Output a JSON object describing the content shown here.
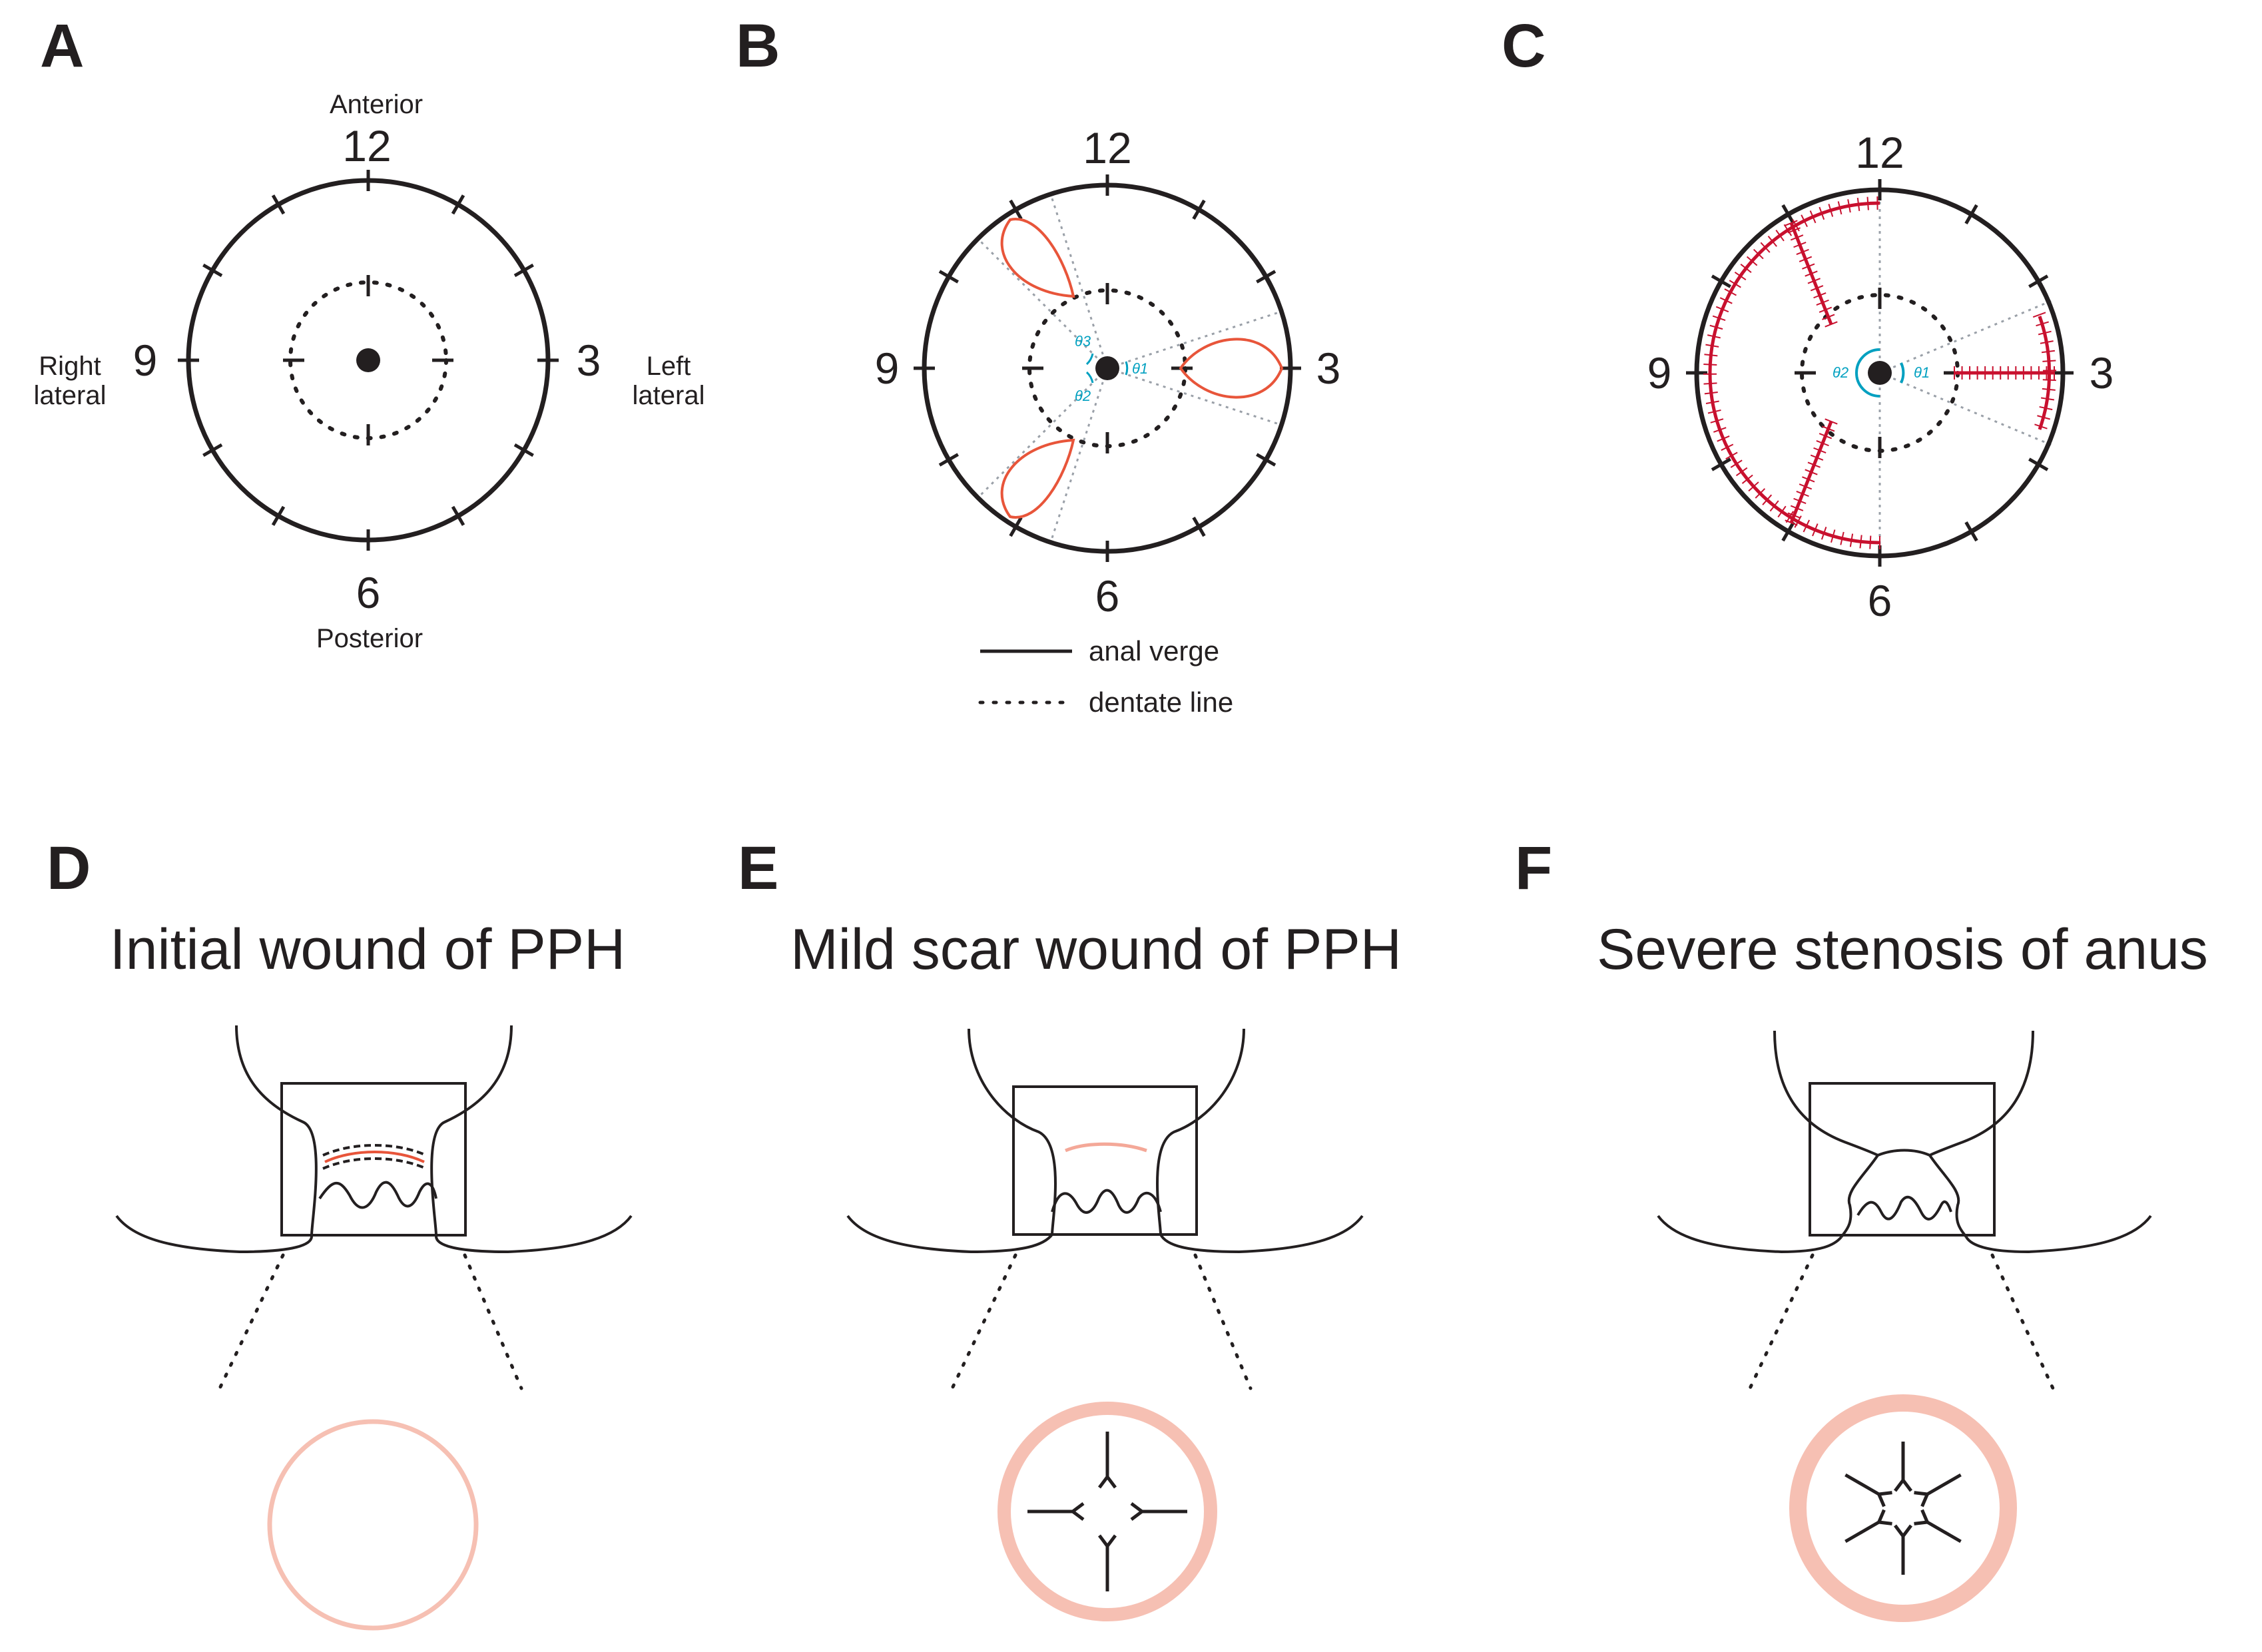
{
  "panels": {
    "A": {
      "letter": "A",
      "top": "12",
      "right": "3",
      "bottom": "6",
      "left": "9",
      "anterior": "Anterior",
      "posterior": "Posterior",
      "right_lateral_1": "Right",
      "right_lateral_2": "lateral",
      "left_lateral_1": "Left",
      "left_lateral_2": "lateral"
    },
    "B": {
      "letter": "B",
      "top": "12",
      "right": "3",
      "bottom": "6",
      "left": "9",
      "theta1": "θ1",
      "theta2": "θ2",
      "theta3": "θ3"
    },
    "C": {
      "letter": "C",
      "top": "12",
      "right": "3",
      "bottom": "6",
      "left": "9",
      "theta1": "θ1",
      "theta2": "θ2"
    },
    "D": {
      "letter": "D",
      "title": "Initial wound of PPH"
    },
    "E": {
      "letter": "E",
      "title": "Mild scar wound of PPH"
    },
    "F": {
      "letter": "F",
      "title": "Severe stenosis of anus"
    }
  },
  "legend": {
    "solid_label": "anal verge",
    "dotted_label": "dentate line"
  },
  "colors": {
    "line": "#231f20",
    "wound": "#e8553a",
    "scar": "#f4a898",
    "ring": "#f6c0b3",
    "angle": "#00a0c0",
    "guide": "#9aa0a8"
  }
}
